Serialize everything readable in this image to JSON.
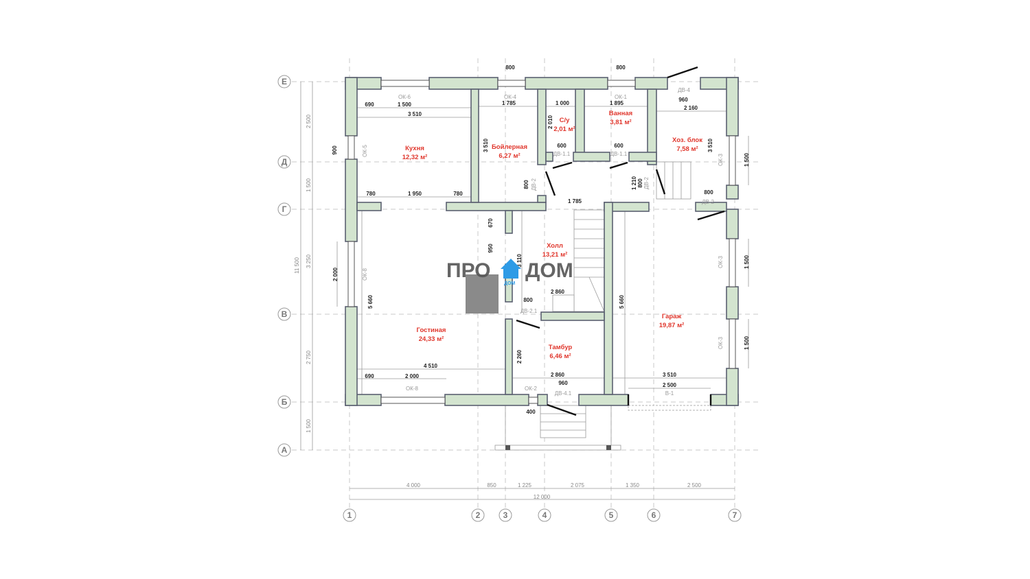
{
  "plan": {
    "rows": [
      "Е",
      "Д",
      "Г",
      "В",
      "Б",
      "А"
    ],
    "cols": [
      "1",
      "2",
      "3",
      "4",
      "5",
      "6",
      "7"
    ],
    "rooms": [
      {
        "name": "Кухня",
        "area": "12,32 м²"
      },
      {
        "name": "Бойлерная",
        "area": "6,27 м²"
      },
      {
        "name": "С/у",
        "area": "2,01 м²"
      },
      {
        "name": "Ванная",
        "area": "3,81 м²"
      },
      {
        "name": "Хоз. блок",
        "area": "7,58 м²"
      },
      {
        "name": "Холл",
        "area": "13,21 м²"
      },
      {
        "name": "Гостиная",
        "area": "24,33 м²"
      },
      {
        "name": "Тамбур",
        "area": "6,46 м²"
      },
      {
        "name": "Гараж",
        "area": "19,87 м²"
      }
    ],
    "openings": [
      "ОК-6",
      "ОК-4",
      "ОК-1",
      "ДВ-4",
      "ОК-5",
      "ДВ-1.1",
      "ДВ-1.1",
      "ДВ-2",
      "ДВ-2",
      "ДВ-2",
      "ОК-3",
      "ОК-8",
      "ДВ-2.1",
      "ОК-3",
      "ОК-3",
      "ОК-8",
      "ОК-2",
      "ДВ-4.1",
      "В-1"
    ],
    "dims": [
      "800",
      "800",
      "690",
      "1 500",
      "3 510",
      "1 785",
      "1 000",
      "1 895",
      "960",
      "2 160",
      "600",
      "600",
      "780",
      "1 950",
      "780",
      "1 785",
      "800",
      "800",
      "2 860",
      "4 510",
      "690",
      "2 000",
      "2 860",
      "3 510",
      "960",
      "2 500",
      "400",
      "900",
      "3 510",
      "2 010",
      "800",
      "1 210",
      "800",
      "3 510",
      "1 500",
      "670",
      "950",
      "3 110",
      "2 000",
      "5 660",
      "2 260",
      "5 660",
      "1 500",
      "1 500"
    ],
    "outer_vertical": [
      "2 500",
      "1 500",
      "3 250",
      "2 750",
      "1 500",
      "11 500"
    ],
    "outer_horizontal": [
      "4 000",
      "850",
      "1 225",
      "2 075",
      "1 350",
      "2 500",
      "12 000"
    ]
  },
  "watermark": {
    "left": "ПРО",
    "right": "ДОМ",
    "small": "ДОМ"
  },
  "colors": {
    "wall": "#d3e4cf",
    "room_label": "#e0372d",
    "logo_blue": "#2e9be6"
  }
}
